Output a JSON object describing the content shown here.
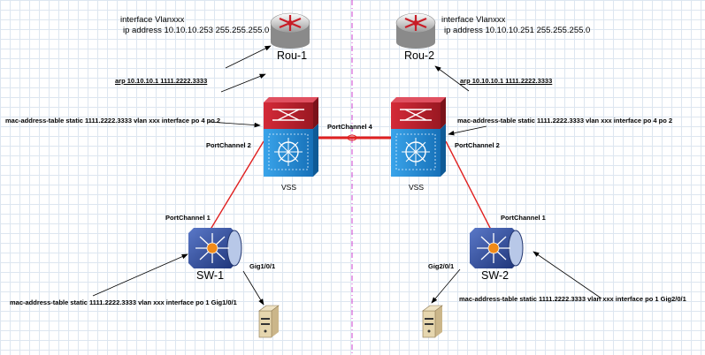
{
  "left": {
    "router_name": "Rou-1",
    "router_config": [
      "interface Vlanxxx",
      "ip address 10.10.10.253 255.255.255.0"
    ],
    "arp": "arp 10.10.10.1 1111.2222.3333",
    "mac_vss": "mac-address-table static 1111.2222.3333 vlan xxx  interface po 4 po 2",
    "portchannel_vss": "PortChannel 2",
    "vss_name": "VSS",
    "portchannel_sw": "PortChannel 1",
    "sw_name": "SW-1",
    "gig": "Gig1/0/1",
    "mac_sw": "mac-address-table static 1111.2222.3333 vlan xxx interface po 1 Gig1/0/1"
  },
  "right": {
    "router_name": "Rou-2",
    "router_config": [
      "interface Vlanxxx",
      "ip address 10.10.10.251 255.255.255.0"
    ],
    "arp": "arp 10.10.10.1 1111.2222.3333",
    "mac_vss": "mac-address-table static 1111.2222.3333 vlan xxx interface po 4 po 2",
    "portchannel_vss": "PortChannel 2",
    "vss_name": "VSS",
    "portchannel_sw": "PortChannel 1",
    "sw_name": "SW-2",
    "gig": "Gig2/0/1",
    "mac_sw": "mac-address-table static 1111.2222.3333 vlan xxx interface po 1 Gig2/0/1"
  },
  "middle": {
    "portchannel": "PortChannel 4"
  },
  "colors": {
    "link": "#e02020",
    "divider": "#d040d0",
    "vss_top": "#c0202c",
    "vss_bottom": "#2090d8",
    "sw": "#2d4a9a"
  }
}
